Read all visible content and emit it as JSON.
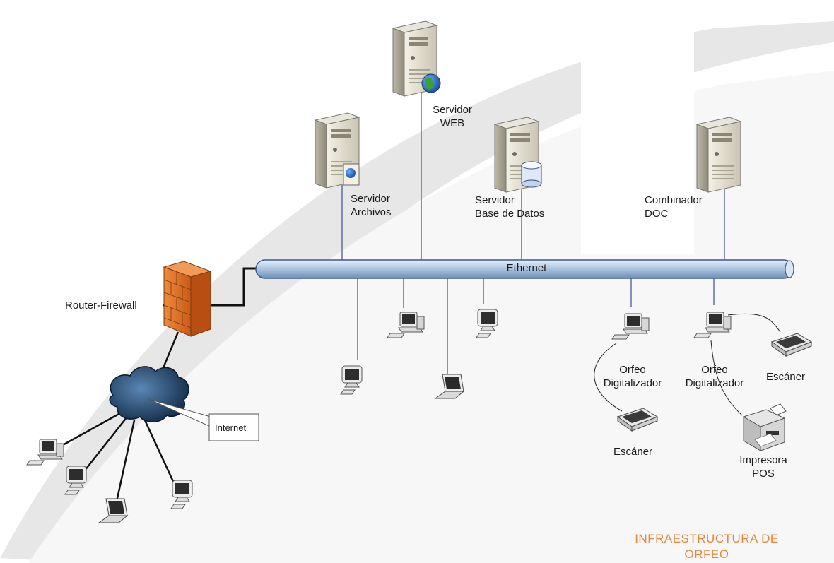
{
  "network": {
    "backbone_label": "Ethernet",
    "router_label": "Router-Firewall",
    "internet_label": "Internet"
  },
  "servers": {
    "web": {
      "line1": "Servidor",
      "line2": "WEB",
      "icon": "globe-icon"
    },
    "files": {
      "line1": "Servidor",
      "line2": "Archivos",
      "icon": "folder-globe-icon"
    },
    "database": {
      "line1": "Servidor",
      "line2": "Base de Datos",
      "icon": "database-icon"
    },
    "combiner": {
      "line1": "Combinador",
      "line2": "DOC",
      "icon": "server-icon"
    }
  },
  "stations": {
    "digitizer_1": {
      "line1": "Orfeo",
      "line2": "Digitalizador"
    },
    "digitizer_2": {
      "line1": "Orfeo",
      "line2": "Digitalizador"
    }
  },
  "peripherals": {
    "scanner_1": "Escáner",
    "scanner_2": "Escáner",
    "printer": {
      "line1": "Impresora",
      "line2": "POS"
    }
  },
  "footer": {
    "line1": "INFRAESTRUCTURA DE",
    "line2": "ORFEO"
  },
  "colors": {
    "title": "#e8853a",
    "backbone": "#a9c3e0",
    "firewall": "#e8742a",
    "cloud": "#1d3f63",
    "swoosh": "#d9d9d9"
  }
}
